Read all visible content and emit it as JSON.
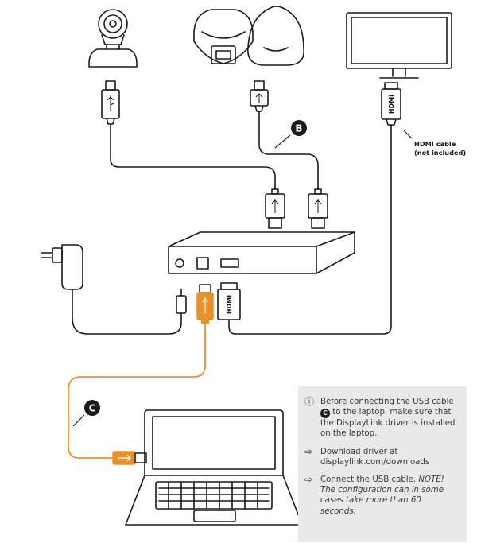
{
  "labels": {
    "badge_b": "B",
    "badge_c": "C",
    "hdmi_cable_line1": "HDMI cable",
    "hdmi_cable_line2": "(not included)",
    "hdmi_connector_top": "HDMI",
    "hdmi_connector_bottom": "HDMI"
  },
  "instructions": {
    "info_icon": "info-circle-icon",
    "arrow_icon": "arrow-right-icon",
    "item1_before": "Before connecting the USB cable",
    "item1_badge": "C",
    "item1_after": "to the laptop, make sure that the DisplayLink driver is installed on the laptop.",
    "item2": "Download driver at displaylink.com/downloads",
    "item3": "Connect the USB cable.",
    "item3_note": "NOTE! The configuration can in some cases take more than 60 seconds."
  },
  "colors": {
    "line": "#1a1a1a",
    "accent": "#e8912c",
    "box": "#e8e9e8"
  }
}
